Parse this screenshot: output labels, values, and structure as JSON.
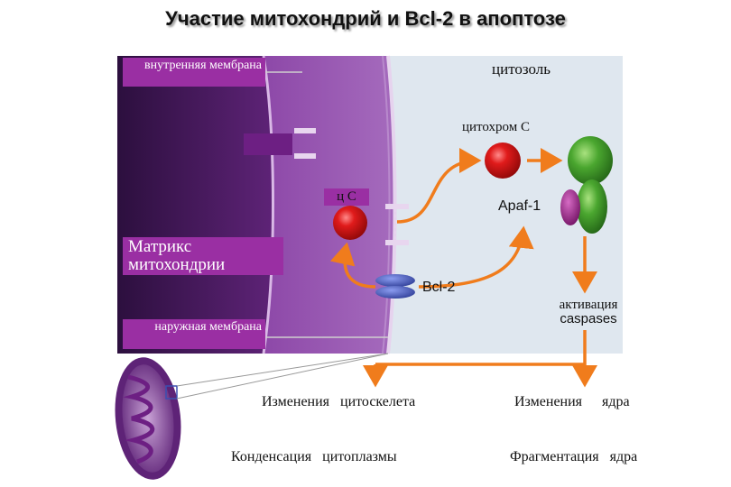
{
  "title": "Участие митохондрий и Bcl-2 в апоптозе",
  "labels": {
    "inner_membrane": "внутренняя мембрана",
    "cytosol": "цитозоль",
    "cytochrome_c": "цитохром С",
    "cc": "ц С",
    "apaf1": "Apaf-1",
    "matrix": "Матрикс митохондрии",
    "bcl2": "Bcl-2",
    "activation": "активация",
    "caspases": "caspases",
    "outer_membrane": "наружная мембрана"
  },
  "outcomes": {
    "cytoskeleton_change": "Изменения цитоскелета",
    "nucleus_change": "Изменения ядра",
    "cytoplasm_condensation": "Конденсация цитоплазмы",
    "nucleus_fragmentation": "Фрагментация ядра"
  },
  "colors": {
    "purple_dark": "#4a1a5e",
    "purple_mid": "#7b2f94",
    "purple_label": "#9a2fa3",
    "arrow_orange": "#f07c1c",
    "cyt_c_red": "#e01b1b",
    "apaf_green": "#3f9c2a",
    "apaf_magenta": "#8e1a7c",
    "bcl2_blue": "#3b4fb0"
  }
}
